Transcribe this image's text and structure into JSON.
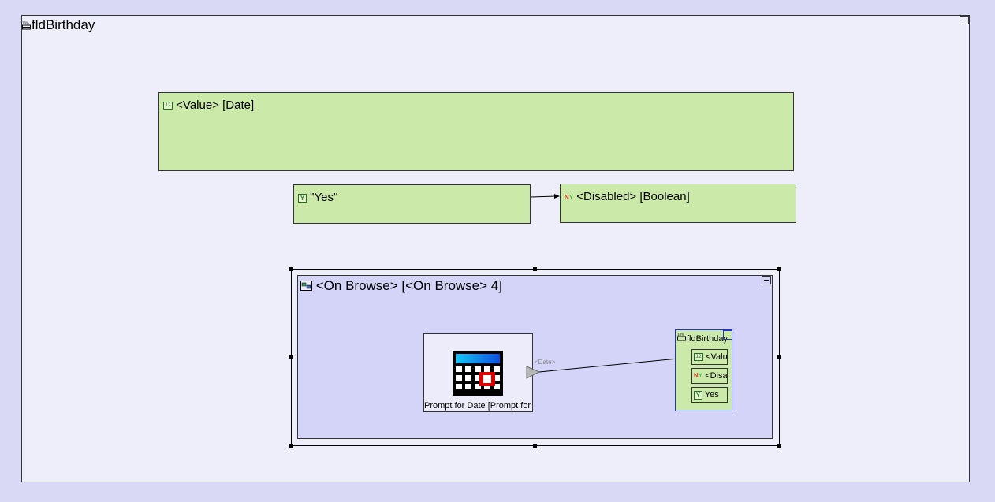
{
  "outer": {
    "title": "fldBirthday",
    "title_icon": "field-icon",
    "collapse_icon": "minus-icon"
  },
  "nodes": {
    "value": {
      "label": "<Value> [Date]",
      "icon": "number-icon",
      "icon_text": "1|2"
    },
    "yes": {
      "label": "\"Yes\"",
      "icon": "yes-icon",
      "icon_text": "Y"
    },
    "disabled": {
      "label": "<Disabled> [Boolean]",
      "icon": "boolean-icon",
      "icon_n": "N",
      "icon_y": "Y"
    }
  },
  "browse": {
    "title": "<On Browse> [<On Browse> 4]",
    "icon": "event-icon",
    "prompt": {
      "label": "Prompt for Date [Prompt for ...",
      "port_label": "<Date>",
      "icon": "calendar-icon"
    },
    "target": {
      "title": "fldBirthday",
      "items": [
        {
          "label": "<Value> [Date]",
          "icon": "number-icon"
        },
        {
          "label": "<Disabled> [Boolean]",
          "icon": "boolean-icon"
        },
        {
          "label": "Yes",
          "icon": "yes-icon"
        }
      ]
    }
  },
  "colors": {
    "background": "#d9d9f6",
    "canvas": "#eeeefb",
    "node_green": "#cbe9a9",
    "browse_fill": "#d4d4f9",
    "selection_border": "#2233cc"
  }
}
